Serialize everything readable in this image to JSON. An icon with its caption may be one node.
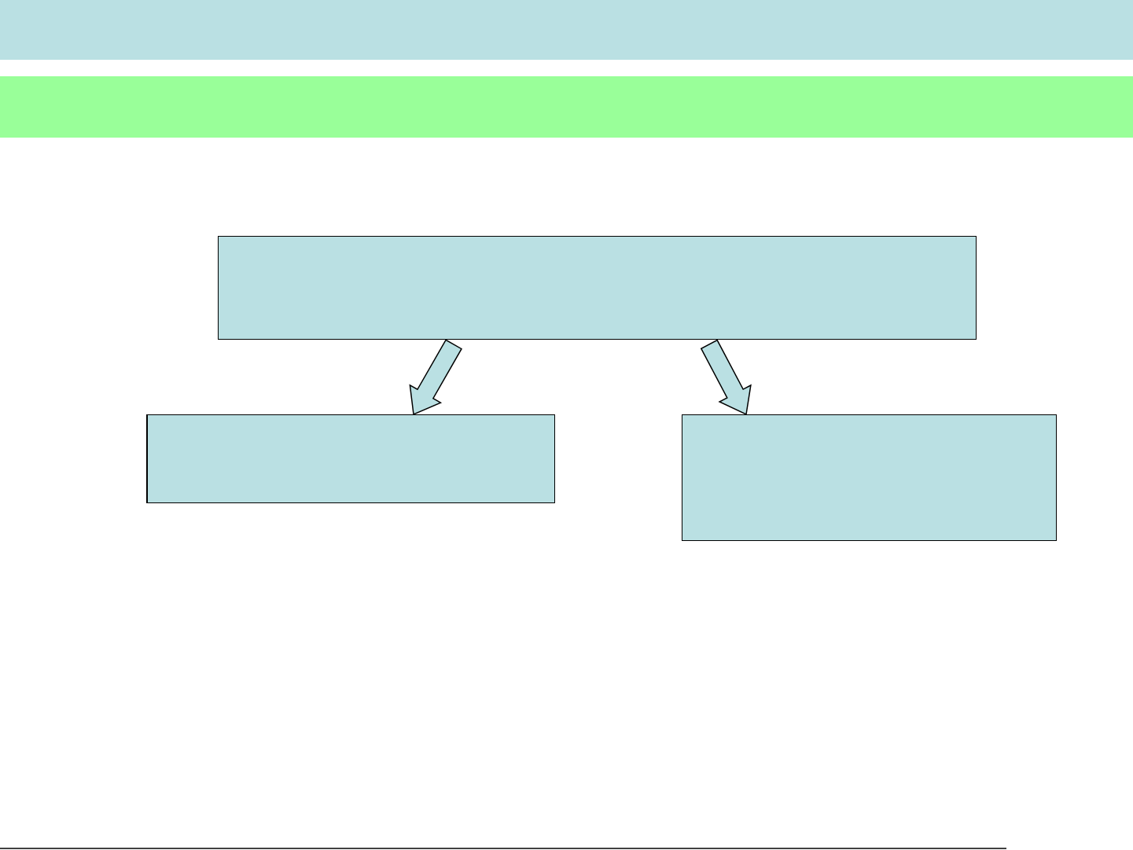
{
  "diagram": {
    "nodes": [
      {
        "text": [],
        "shape": "box"
      },
      {
        "text": [],
        "shape": "box"
      },
      {
        "text": [],
        "shape": "box"
      }
    ],
    "edges": [
      {
        "from": 0,
        "to": 1,
        "arrow": "to"
      },
      {
        "from": 0,
        "to": 2,
        "arrow": "to"
      }
    ]
  }
}
